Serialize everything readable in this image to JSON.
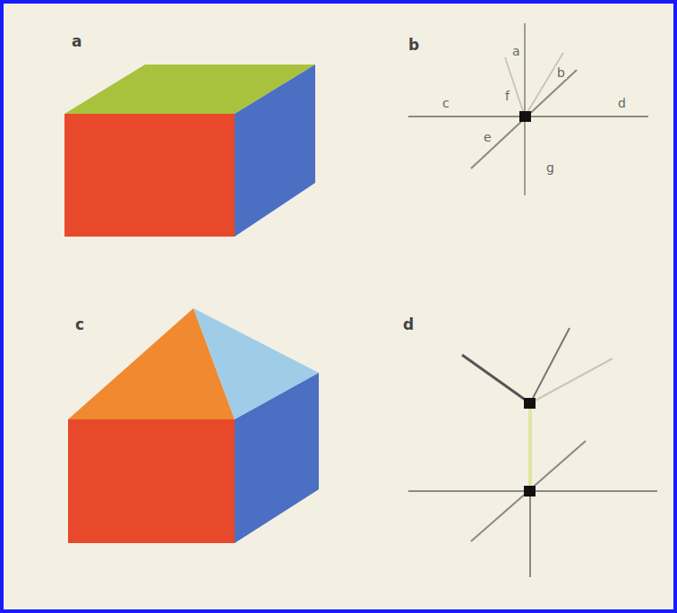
{
  "diagram": {
    "labels": [
      "a",
      "b",
      "c",
      "d",
      "a",
      "b",
      "c",
      "d",
      "e",
      "f",
      "g"
    ]
  }
}
